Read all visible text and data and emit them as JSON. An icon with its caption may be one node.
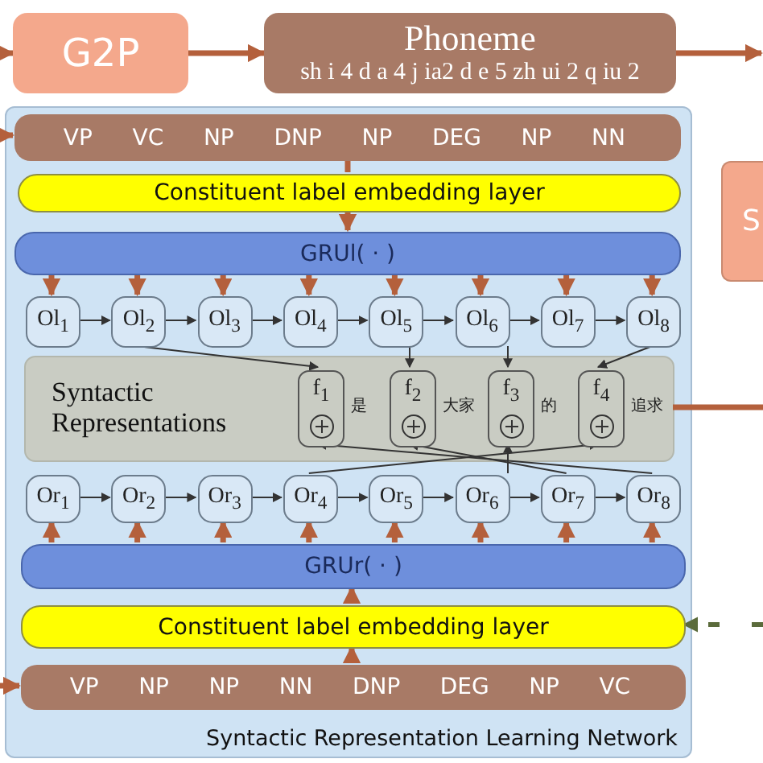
{
  "diagram": {
    "nodes": [
      {
        "text": [
          "G2P"
        ]
      },
      {
        "text": [
          "Phoneme",
          "sh i 4 d a 4 j ia2 d e 5 zh ui 2 q iu 2"
        ]
      },
      {
        "text": [
          "S"
        ]
      },
      {
        "text": [
          "Syntactic Representation Learning Network"
        ]
      },
      {
        "text": [
          "VP",
          "VC",
          "NP",
          "DNP",
          "NP",
          "DEG",
          "NP",
          "NN"
        ],
        "in": 3
      },
      {
        "text": [
          "Constituent label embedding layer"
        ],
        "in": 3
      },
      {
        "text": [
          "GRUl( · )"
        ],
        "in": 3
      },
      {
        "text": [
          "Ol$_{1}$"
        ],
        "in": 3
      },
      {
        "text": [
          "Ol$_{2}$"
        ],
        "in": 3
      },
      {
        "text": [
          "Ol$_{3}$"
        ],
        "in": 3
      },
      {
        "text": [
          "Ol$_{4}$"
        ],
        "in": 3
      },
      {
        "text": [
          "Ol$_{5}$"
        ],
        "in": 3
      },
      {
        "text": [
          "Ol$_{6}$"
        ],
        "in": 3
      },
      {
        "text": [
          "Ol$_{7}$"
        ],
        "in": 3
      },
      {
        "text": [
          "Ol$_{8}$"
        ],
        "in": 3
      },
      {
        "text": [
          "Syntactic Representations"
        ],
        "in": 3
      },
      {
        "text": [
          "f$_{1}$"
        ],
        "beside": [
          "是"
        ],
        "in": 15
      },
      {
        "text": [
          "f$_{2}$"
        ],
        "beside": [
          "大家"
        ],
        "in": 15
      },
      {
        "text": [
          "f$_{3}$"
        ],
        "beside": [
          "的"
        ],
        "in": 15
      },
      {
        "text": [
          "f$_{4}$"
        ],
        "beside": [
          "追求"
        ],
        "in": 15
      },
      {
        "text": [
          "Or$_{1}$"
        ],
        "in": 3
      },
      {
        "text": [
          "Or$_{2}$"
        ],
        "in": 3
      },
      {
        "text": [
          "Or$_{3}$"
        ],
        "in": 3
      },
      {
        "text": [
          "Or$_{4}$"
        ],
        "in": 3
      },
      {
        "text": [
          "Or$_{5}$"
        ],
        "in": 3
      },
      {
        "text": [
          "Or$_{6}$"
        ],
        "in": 3
      },
      {
        "text": [
          "Or$_{7}$"
        ],
        "in": 3
      },
      {
        "text": [
          "Or$_{8}$"
        ],
        "in": 3
      },
      {
        "text": [
          "GRUr( · )"
        ],
        "in": 3
      },
      {
        "text": [
          "Constituent label embedding layer"
        ],
        "in": 3
      },
      {
        "text": [
          "VP",
          "NP",
          "NP",
          "NN",
          "DNP",
          "DEG",
          "NP",
          "VC"
        ],
        "in": 3
      }
    ],
    "edges": [
      {
        "from": null,
        "to": 0,
        "arrow": "to"
      },
      {
        "from": 0,
        "to": 1,
        "arrow": "to"
      },
      {
        "from": 1,
        "to": null,
        "arrow": "to"
      },
      {
        "from": null,
        "to": 4,
        "arrow": "to"
      },
      {
        "from": 4,
        "to": 5,
        "arrow": "none"
      },
      {
        "from": 5,
        "to": 6,
        "arrow": "to"
      },
      {
        "from": 6,
        "to": 7,
        "arrow": "to"
      },
      {
        "from": 6,
        "to": 8,
        "arrow": "to"
      },
      {
        "from": 6,
        "to": 9,
        "arrow": "to"
      },
      {
        "from": 6,
        "to": 10,
        "arrow": "to"
      },
      {
        "from": 6,
        "to": 11,
        "arrow": "to"
      },
      {
        "from": 6,
        "to": 12,
        "arrow": "to"
      },
      {
        "from": 6,
        "to": 13,
        "arrow": "to"
      },
      {
        "from": 6,
        "to": 14,
        "arrow": "to"
      },
      {
        "from": 7,
        "to": 8,
        "arrow": "to",
        "color": "#333333"
      },
      {
        "from": 8,
        "to": 9,
        "arrow": "to",
        "color": "#333333"
      },
      {
        "from": 9,
        "to": 10,
        "arrow": "to",
        "color": "#333333"
      },
      {
        "from": 10,
        "to": 11,
        "arrow": "to",
        "color": "#333333"
      },
      {
        "from": 11,
        "to": 12,
        "arrow": "to",
        "color": "#333333"
      },
      {
        "from": 12,
        "to": 13,
        "arrow": "to",
        "color": "#333333"
      },
      {
        "from": 13,
        "to": 14,
        "arrow": "to",
        "color": "#333333"
      },
      {
        "from": 8,
        "to": 16,
        "arrow": "to",
        "color": "#333333"
      },
      {
        "from": 11,
        "to": 17,
        "arrow": "to",
        "color": "#333333"
      },
      {
        "from": 12,
        "to": 18,
        "arrow": "to",
        "color": "#333333"
      },
      {
        "from": 14,
        "to": 19,
        "arrow": "to",
        "color": "#333333"
      },
      {
        "from": 27,
        "to": 16,
        "arrow": "to",
        "color": "#333333"
      },
      {
        "from": 26,
        "to": 17,
        "arrow": "to",
        "color": "#333333"
      },
      {
        "from": 25,
        "to": 18,
        "arrow": "to",
        "color": "#333333"
      },
      {
        "from": 23,
        "to": 19,
        "arrow": "to",
        "color": "#333333"
      },
      {
        "from": 20,
        "to": 21,
        "arrow": "to",
        "color": "#333333"
      },
      {
        "from": 21,
        "to": 22,
        "arrow": "to",
        "color": "#333333"
      },
      {
        "from": 22,
        "to": 23,
        "arrow": "to",
        "color": "#333333"
      },
      {
        "from": 23,
        "to": 24,
        "arrow": "to",
        "color": "#333333"
      },
      {
        "from": 24,
        "to": 25,
        "arrow": "to",
        "color": "#333333"
      },
      {
        "from": 25,
        "to": 26,
        "arrow": "to",
        "color": "#333333"
      },
      {
        "from": 26,
        "to": 27,
        "arrow": "to",
        "color": "#333333"
      },
      {
        "from": 28,
        "to": 20,
        "arrow": "to"
      },
      {
        "from": 28,
        "to": 21,
        "arrow": "to"
      },
      {
        "from": 28,
        "to": 22,
        "arrow": "to"
      },
      {
        "from": 28,
        "to": 23,
        "arrow": "to"
      },
      {
        "from": 28,
        "to": 24,
        "arrow": "to"
      },
      {
        "from": 28,
        "to": 25,
        "arrow": "to"
      },
      {
        "from": 28,
        "to": 26,
        "arrow": "to"
      },
      {
        "from": 28,
        "to": 27,
        "arrow": "to"
      },
      {
        "from": 29,
        "to": 28,
        "arrow": "to"
      },
      {
        "from": 30,
        "to": 29,
        "arrow": "to"
      },
      {
        "from": null,
        "to": 30,
        "arrow": "to"
      },
      {
        "from": 15,
        "to": null,
        "arrow": "none"
      },
      {
        "from": null,
        "to": 29,
        "arrow": "to",
        "style": "dashed",
        "color": "#5b6b3b"
      }
    ]
  }
}
